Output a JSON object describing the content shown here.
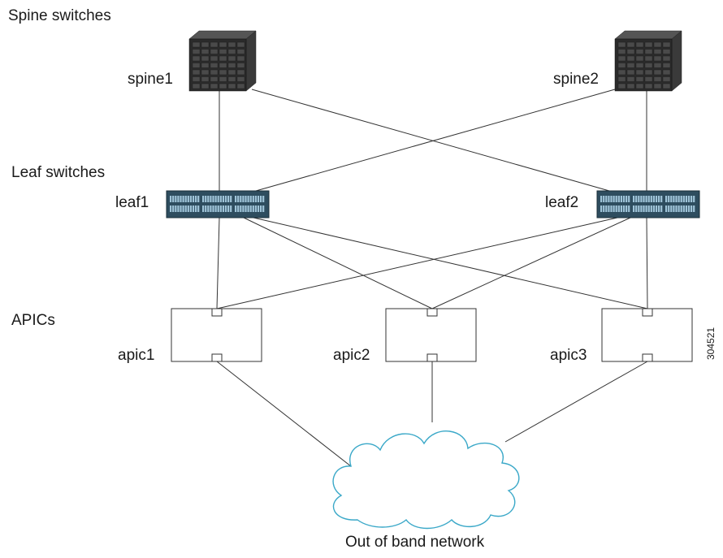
{
  "sections": {
    "spine": "Spine switches",
    "leaf": "Leaf  switches",
    "apic": "APICs"
  },
  "nodes": {
    "spine1": "spine1",
    "spine2": "spine2",
    "leaf1": "leaf1",
    "leaf2": "leaf2",
    "apic1": "apic1",
    "apic2": "apic2",
    "apic3": "apic3"
  },
  "network": {
    "label": "Out of band network"
  },
  "figure_id": "304521",
  "links": [
    [
      "spine1",
      "leaf1"
    ],
    [
      "spine1",
      "leaf2"
    ],
    [
      "spine2",
      "leaf1"
    ],
    [
      "spine2",
      "leaf2"
    ],
    [
      "leaf1",
      "apic1"
    ],
    [
      "leaf1",
      "apic2"
    ],
    [
      "leaf1",
      "apic3"
    ],
    [
      "leaf2",
      "apic1"
    ],
    [
      "leaf2",
      "apic2"
    ],
    [
      "leaf2",
      "apic3"
    ],
    [
      "apic1",
      "oob"
    ],
    [
      "apic2",
      "oob"
    ],
    [
      "apic3",
      "oob"
    ]
  ],
  "colors": {
    "line": "#333333",
    "cloud_stroke": "#3aa8c8",
    "leaf_body": "#2e4d5f",
    "leaf_port": "#9fc4d8",
    "spine_body": "#2b2b2b"
  }
}
